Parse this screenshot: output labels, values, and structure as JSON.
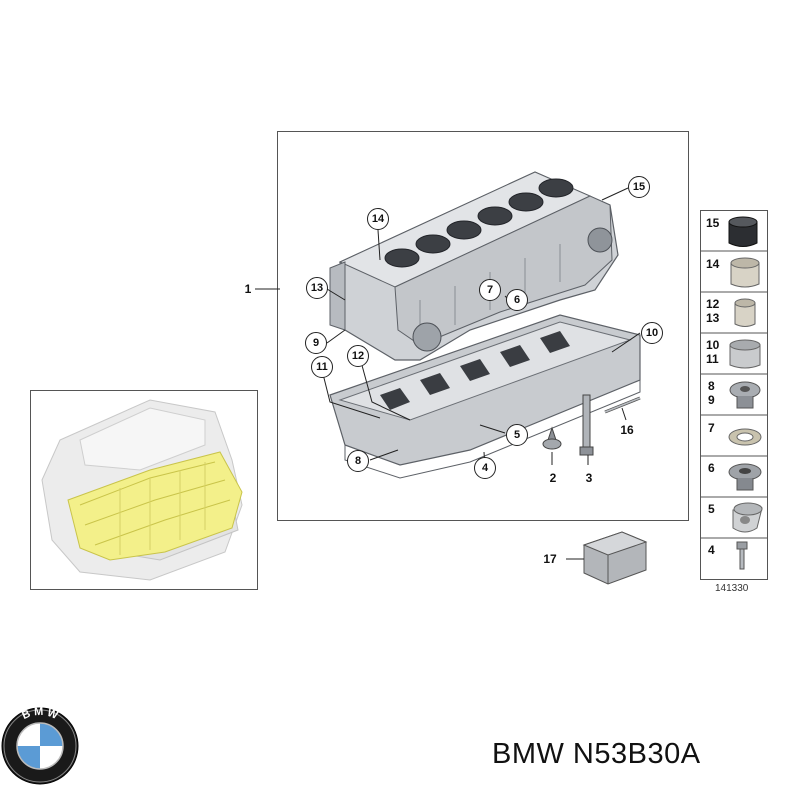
{
  "diagram": {
    "assembly_label": "1",
    "callouts_main": [
      "14",
      "15",
      "13",
      "7",
      "6",
      "9",
      "10",
      "12",
      "11",
      "5",
      "8",
      "4",
      "2",
      "3",
      "16",
      "17"
    ],
    "side_panel": [
      {
        "label": "15",
        "icon": "cylinder-liner-dark-icon"
      },
      {
        "label": "14",
        "icon": "cylinder-sleeve-icon"
      },
      {
        "label": "12\n13",
        "icon": "sleeve-small-icon"
      },
      {
        "label": "10\n11",
        "icon": "sleeve-large-icon"
      },
      {
        "label": "8\n9",
        "icon": "screw-plug-icon"
      },
      {
        "label": "7",
        "icon": "sealing-ring-icon"
      },
      {
        "label": "6",
        "icon": "plug-hex-icon"
      },
      {
        "label": "5",
        "icon": "dowel-sleeve-icon"
      },
      {
        "label": "4",
        "icon": "bolt-icon"
      }
    ],
    "reference_number": "141330"
  },
  "brand": {
    "logo_text": "B M W",
    "title": "BMW N53B30A",
    "colors": {
      "logo_blue": "#5b9bd5",
      "logo_ring": "#1a1a1a",
      "highlight": "#f3f08a"
    }
  }
}
